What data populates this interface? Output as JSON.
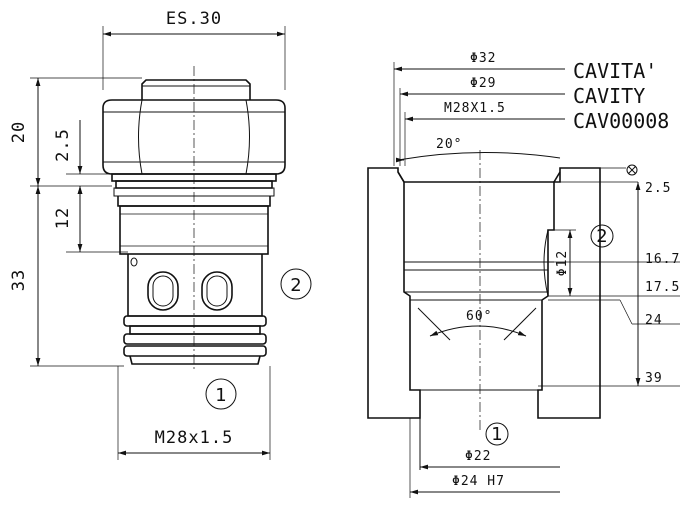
{
  "left_view": {
    "hex_size": "ES.30",
    "dim_total_height": "20",
    "dim_small": "2.5",
    "dim_12": "12",
    "dim_33": "33",
    "thread": "M28x1.5",
    "port_1": "1",
    "port_2": "2"
  },
  "right_view": {
    "cavity_it": "CAVITA'",
    "cavity_en": "CAVITY",
    "cavity_code": "CAV00008",
    "dia_32": "Φ32",
    "dia_29": "Φ29",
    "thread": "M28X1.5",
    "angle_20": "20°",
    "angle_60": "60°",
    "dia_12": "Φ12",
    "depth_2_5": "2.5",
    "depth_16_7": "16.7",
    "depth_17_5": "17.5",
    "depth_24": "24",
    "depth_39": "39",
    "dia_22": "Φ22",
    "dia_24": "Φ24 H7",
    "port_1": "1",
    "port_2": "2"
  }
}
